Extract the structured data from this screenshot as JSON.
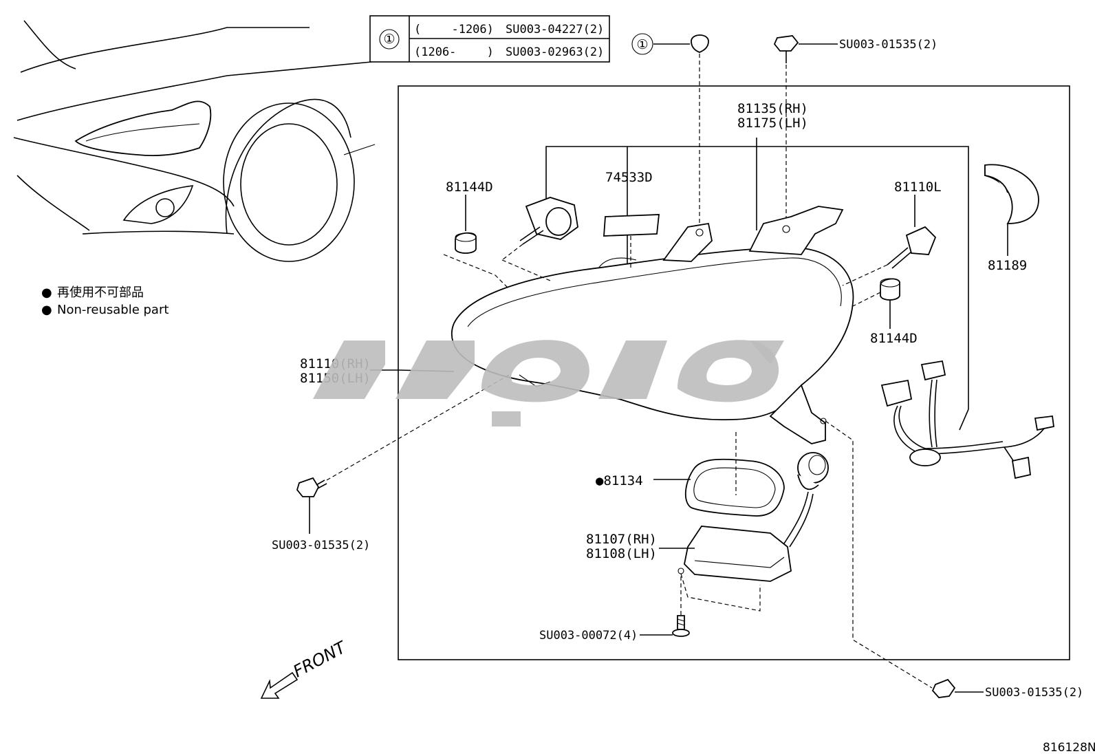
{
  "table": {
    "ref_mark": "①",
    "rows": [
      {
        "range": "(　　 -1206)",
        "part": "SU003-04227(2)"
      },
      {
        "range": "(1206- 　　)",
        "part": "SU003-02963(2)"
      }
    ]
  },
  "legend": [
    {
      "bullet": "●",
      "text": "再使用不可部品"
    },
    {
      "bullet": "●",
      "text": "Non-reusable part"
    }
  ],
  "labels": {
    "clip_ref": "①",
    "bolt_top": "SU003-01535(2)",
    "l81135": "81135(RH)",
    "l81175": "81175(LH)",
    "l74533": "74533D",
    "l81144_top": "81144D",
    "l81110L": "81110L",
    "l81189": "81189",
    "l81144_right": "81144D",
    "l81110": "81110(RH)",
    "l81150": "81150(LH)",
    "l81134": "●81134",
    "l81107": "81107(RH)",
    "l81108": "81108(LH)",
    "bolt_left": "SU003-01535(2)",
    "screw_bottom": "SU003-00072(4)",
    "bolt_bottom_right": "SU003-01535(2)",
    "front": "FRONT",
    "drawing_code": "816128N"
  },
  "watermark_color": "#bdbdbd"
}
